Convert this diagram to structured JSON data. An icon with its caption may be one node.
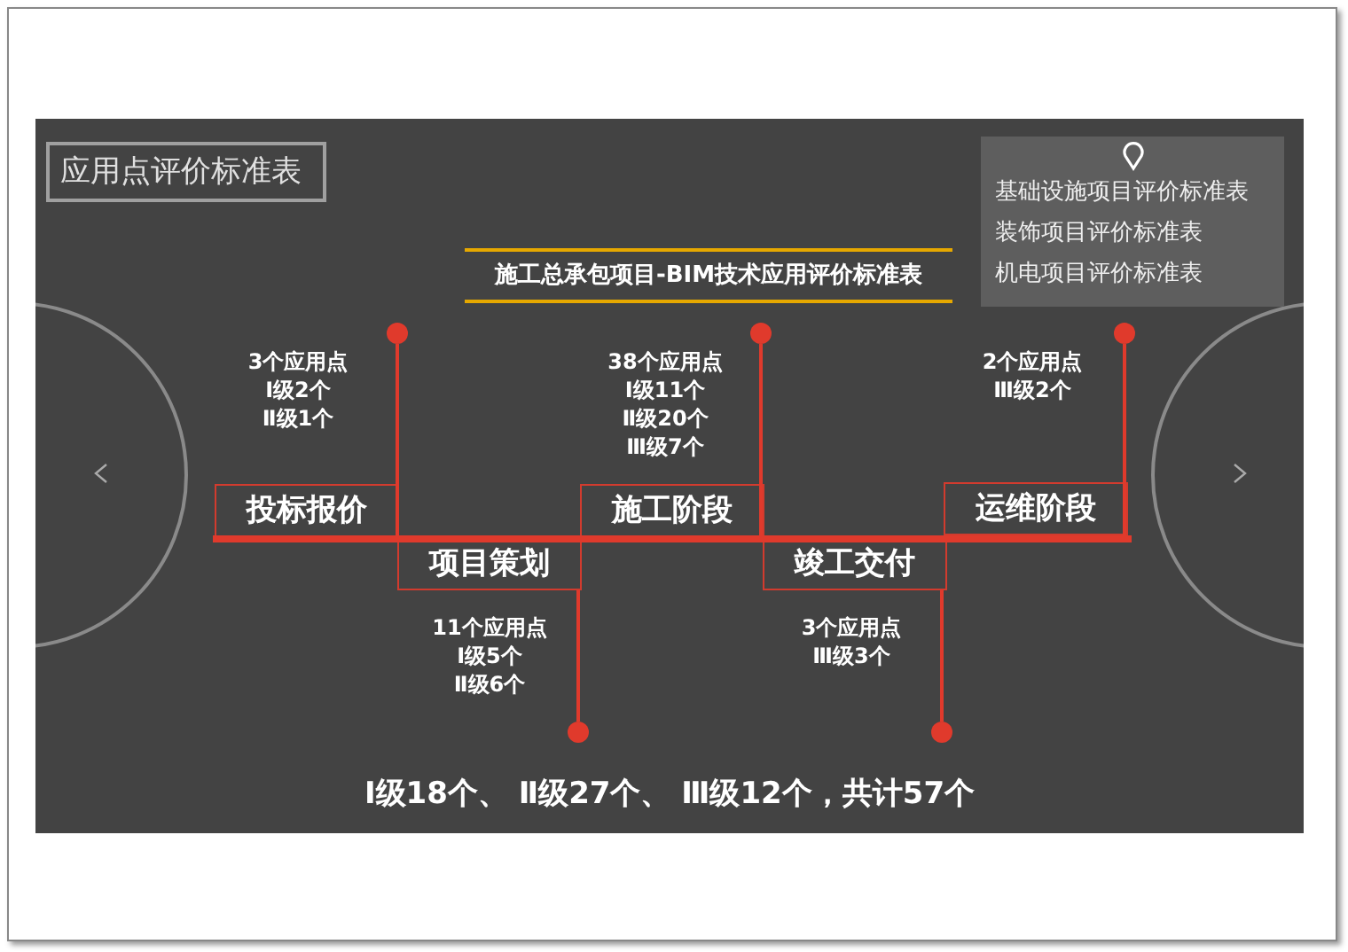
{
  "diagram": {
    "title": "施工总承包项目-BIM技术应用评价标准表",
    "nodes": [
      {
        "text": [
          "应用点评价标准表"
        ]
      },
      {
        "text": [
          "基础设施项目评价标准表",
          "装饰项目评价标准表",
          "机电项目评价标准表"
        ]
      },
      {
        "text": [
          "投标报价"
        ],
        "beside": [
          "3个应用点",
          "Ⅰ级2个",
          "Ⅱ级1个"
        ]
      },
      {
        "text": [
          "项目策划"
        ],
        "beside": [
          "11个应用点",
          "Ⅰ级5个",
          "Ⅱ级6个"
        ]
      },
      {
        "text": [
          "施工阶段"
        ],
        "beside": [
          "38个应用点",
          "Ⅰ级11个",
          "Ⅱ级20个",
          "Ⅲ级7个"
        ]
      },
      {
        "text": [
          "竣工交付"
        ],
        "beside": [
          "3个应用点",
          "Ⅲ级3个"
        ]
      },
      {
        "text": [
          "运维阶段"
        ],
        "beside": [
          "2个应用点",
          "Ⅲ级2个"
        ]
      },
      {
        "text": [],
        "shape": "bar"
      },
      {
        "text": [],
        "shape": "circle"
      },
      {
        "text": [],
        "shape": "circle"
      },
      {
        "text": [],
        "shape": "circle"
      },
      {
        "text": [],
        "shape": "circle"
      },
      {
        "text": [],
        "shape": "circle"
      }
    ],
    "edges": [
      {
        "from": 2,
        "to": 8,
        "arrow": "none"
      },
      {
        "from": 3,
        "to": 9,
        "arrow": "none"
      },
      {
        "from": 4,
        "to": 10,
        "arrow": "none"
      },
      {
        "from": 5,
        "to": 11,
        "arrow": "none"
      },
      {
        "from": 6,
        "to": 12,
        "arrow": "none"
      }
    ],
    "labels": [
      "Ⅰ级18个、 Ⅱ级27个、 Ⅲ级12个，共计57个"
    ]
  }
}
